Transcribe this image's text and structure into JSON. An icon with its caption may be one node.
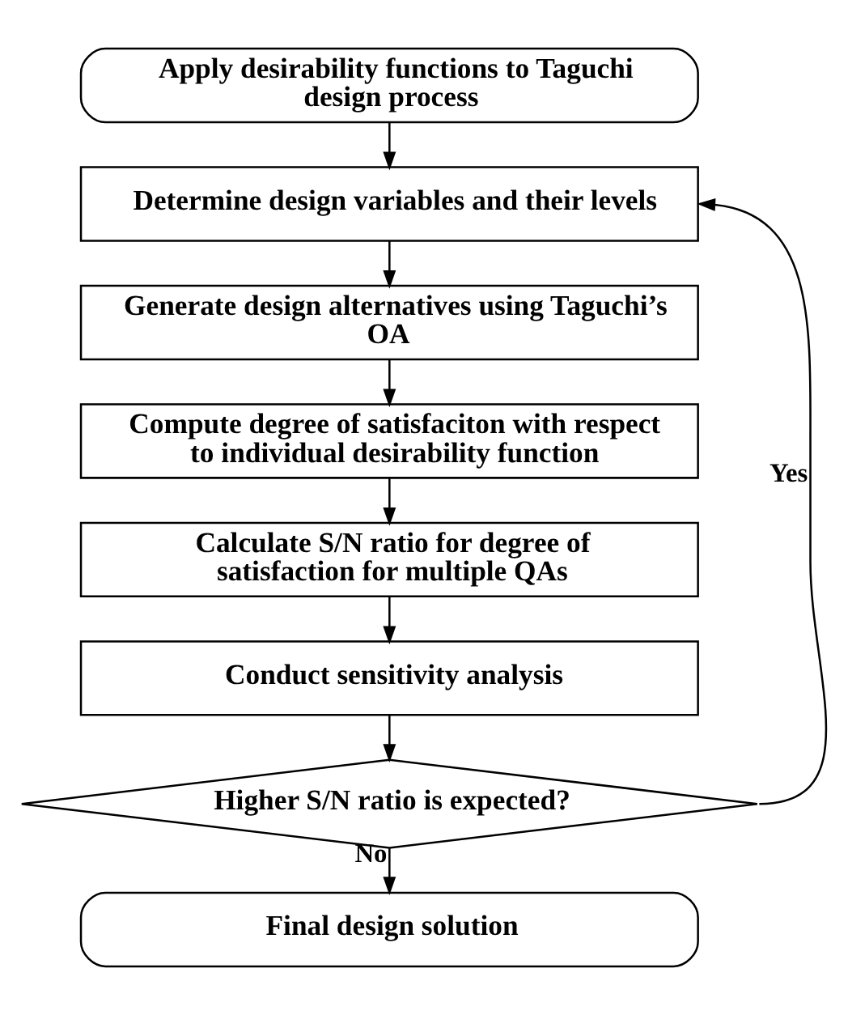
{
  "diagram": {
    "nodes": [
      {
        "text": [
          "Apply desirability functions to Taguchi design process"
        ]
      },
      {
        "text": [
          "Determine design variables and their levels"
        ]
      },
      {
        "text": [
          "Generate design alternatives using Taguchi’s OA"
        ]
      },
      {
        "text": [
          "Compute degree of satisfaciton with respect to individual desirability function"
        ]
      },
      {
        "text": [
          "Calculate S/N ratio for degree of satisfaction for multiple QAs"
        ]
      },
      {
        "text": [
          "Conduct sensitivity analysis"
        ]
      },
      {
        "text": [
          "Higher S/N ratio is expected?"
        ]
      },
      {
        "text": [
          "Final design solution"
        ]
      }
    ],
    "edges": [
      {
        "from": 0,
        "to": 1,
        "arrow": "to"
      },
      {
        "from": 1,
        "to": 2,
        "arrow": "to"
      },
      {
        "from": 2,
        "to": 3,
        "arrow": "to"
      },
      {
        "from": 3,
        "to": 4,
        "arrow": "to"
      },
      {
        "from": 4,
        "to": 5,
        "arrow": "to"
      },
      {
        "from": 5,
        "to": 6,
        "arrow": "to"
      },
      {
        "from": 6,
        "to": 7,
        "arrow": "to",
        "label": "No"
      },
      {
        "from": 6,
        "to": 1,
        "arrow": "to",
        "label": "Yes"
      }
    ]
  }
}
